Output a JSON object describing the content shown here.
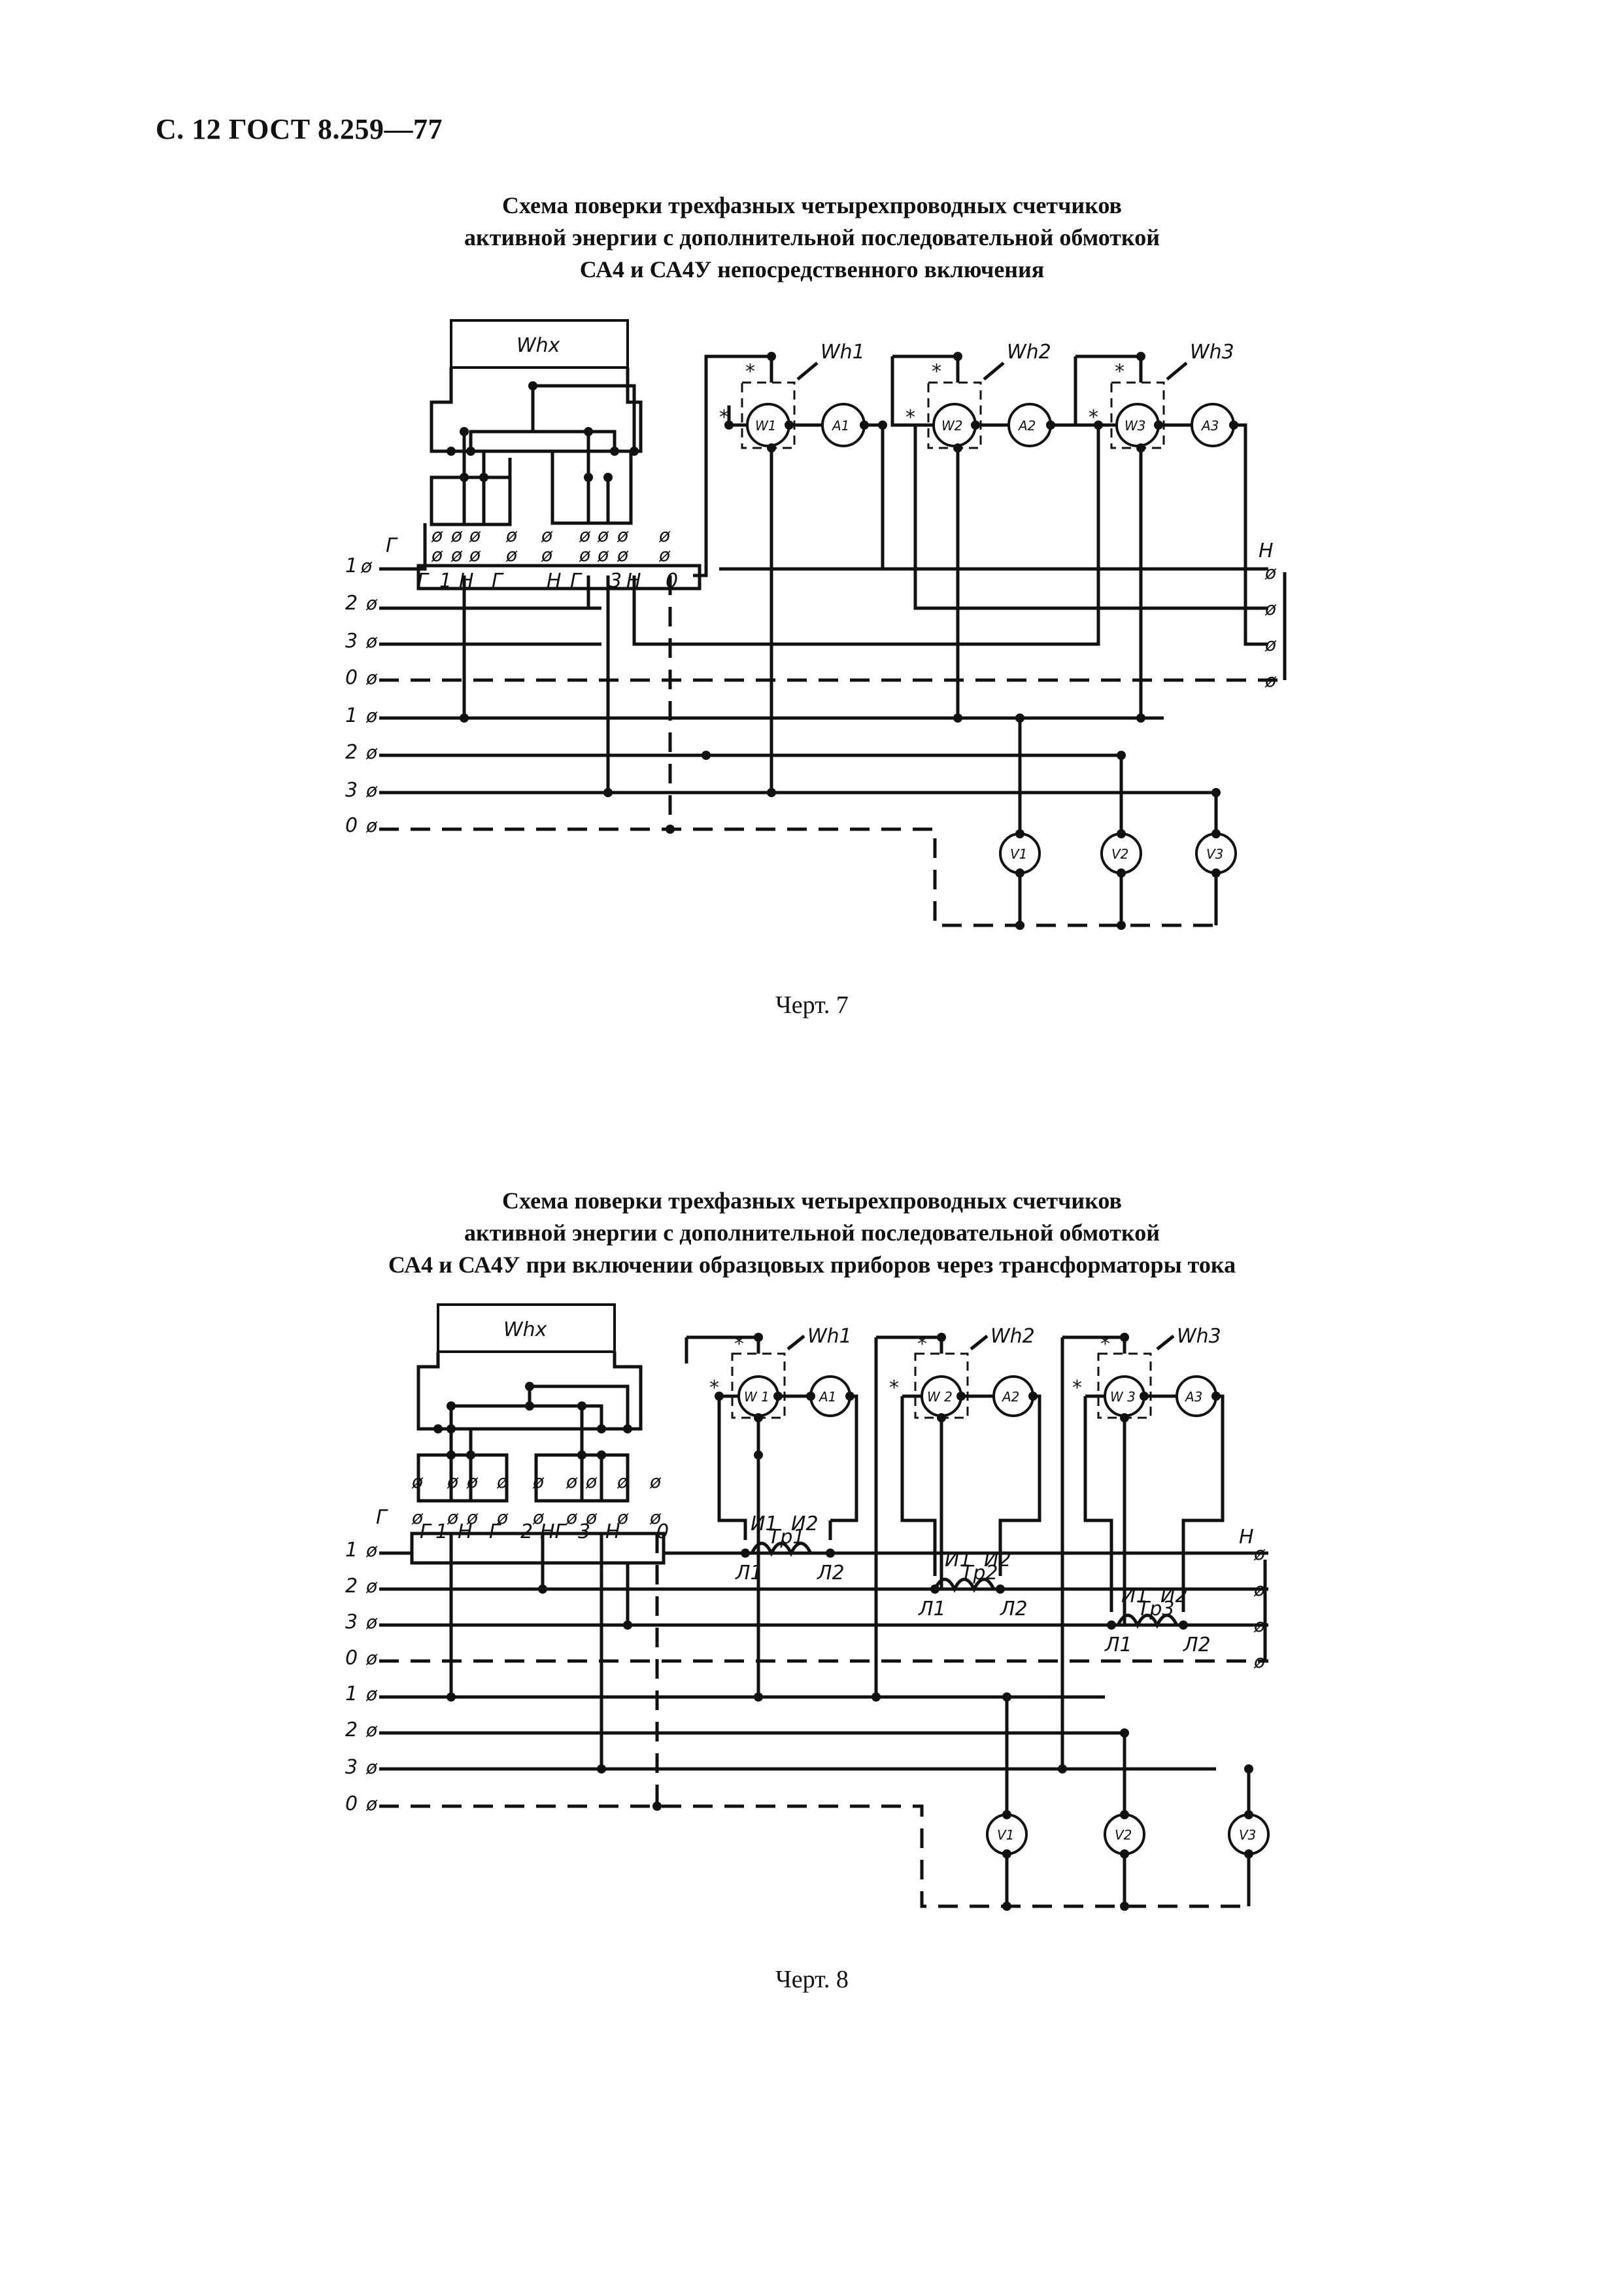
{
  "header": {
    "text": "С. 12 ГОСТ 8.259—77"
  },
  "figure7": {
    "title_lines": [
      "Схема поверки трехфазных четырехпроводных счетчиков",
      "активной энергии с дополнительной последовательной обмоткой",
      "СА4 и СА4У непосредственного включения"
    ],
    "caption": "Черт. 7",
    "labels": {
      "device": "Whx",
      "star": "*",
      "term_G": "Г",
      "term_N": "Н",
      "bottom": [
        "Г",
        "1",
        "Н",
        "Г",
        "Н",
        "Г",
        "3",
        "Н",
        "0"
      ],
      "lines": [
        "1",
        "2",
        "3",
        "0",
        "1",
        "2",
        "3",
        "0"
      ],
      "meters": [
        {
          "wh": "Wh1",
          "w": "W1",
          "a": "A1",
          "v": "V1"
        },
        {
          "wh": "Wh2",
          "w": "W2",
          "a": "A2",
          "v": "V2"
        },
        {
          "wh": "Wh3",
          "w": "W3",
          "a": "A3",
          "v": "V3"
        }
      ]
    }
  },
  "figure8": {
    "title_lines": [
      "Схема поверки трехфазных четырехпроводных счетчиков",
      "активной энергии с дополнительной последовательной обмоткой",
      "СА4 и СА4У при включении образцовых приборов через трансформаторы тока"
    ],
    "caption": "Черт. 8",
    "labels": {
      "device": "Whx",
      "star": "*",
      "term_G": "Г",
      "term_N": "Н",
      "bottom": [
        "Г",
        "1",
        "Н",
        "Г",
        "2",
        "НГ",
        "3",
        "Н",
        "0"
      ],
      "lines": [
        "1",
        "2",
        "3",
        "0",
        "1",
        "2",
        "3",
        "0"
      ],
      "transformers": [
        {
          "tr": "Тр1",
          "i1": "И1",
          "i2": "И2",
          "l1": "Л1",
          "l2": "Л2"
        },
        {
          "tr": "Тр2",
          "i1": "И1",
          "i2": "И2",
          "l1": "Л1",
          "l2": "Л2"
        },
        {
          "tr": "Тр3",
          "i1": "И1",
          "i2": "И2",
          "l1": "Л1",
          "l2": "Л2"
        }
      ],
      "meters": [
        {
          "wh": "Wh1",
          "w": "W 1",
          "a": "A1",
          "v": "V1"
        },
        {
          "wh": "Wh2",
          "w": "W 2",
          "a": "A2",
          "v": "V2"
        },
        {
          "wh": "Wh3",
          "w": "W 3",
          "a": "A3",
          "v": "V3"
        }
      ]
    }
  }
}
